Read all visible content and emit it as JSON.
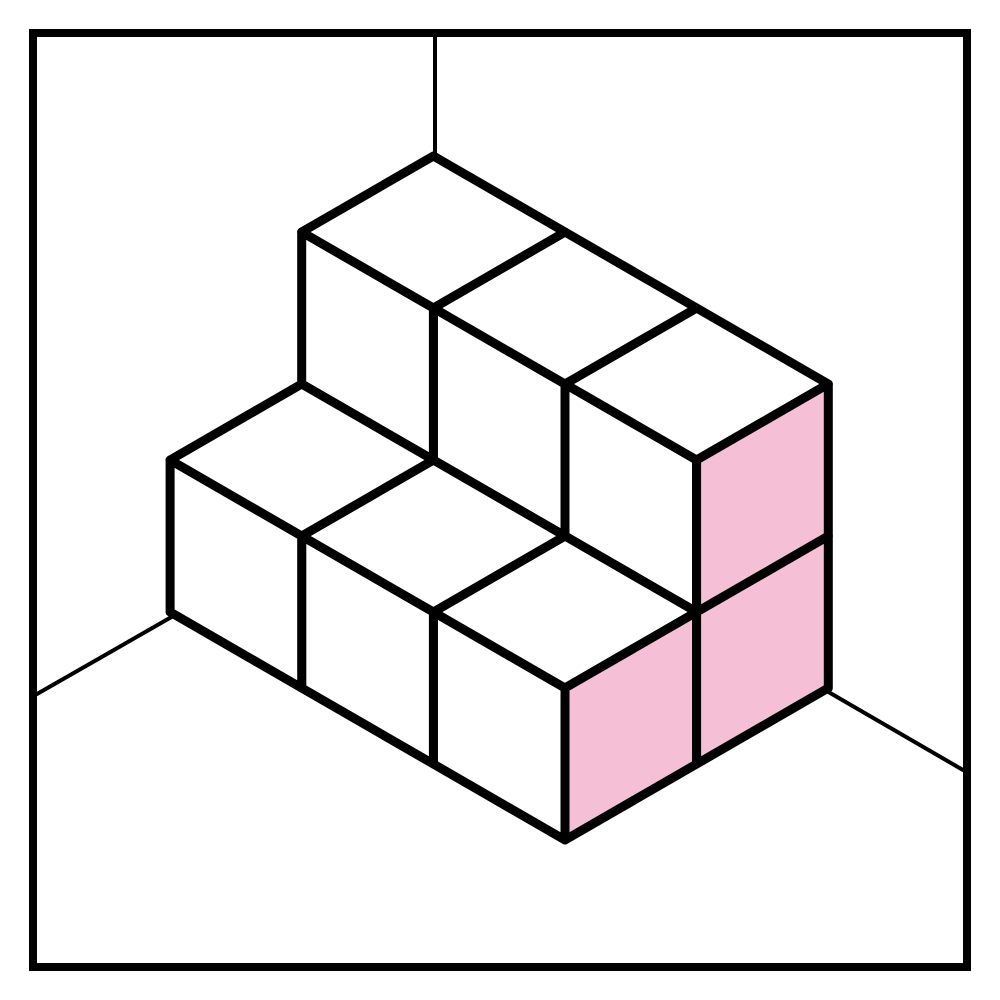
{
  "figure": {
    "kind": "isometric-cube-structure",
    "cube_size_units": 1,
    "structure": {
      "rows": 2,
      "back_row_height": 2,
      "front_row_height": 1,
      "columns": 3,
      "total_cubes": 9
    },
    "highlighted_face": "right side",
    "colors": {
      "background": "#ffffff",
      "outline": "#000000",
      "face_fill": "#ffffff",
      "highlight_fill": "#f5c0d6"
    }
  }
}
